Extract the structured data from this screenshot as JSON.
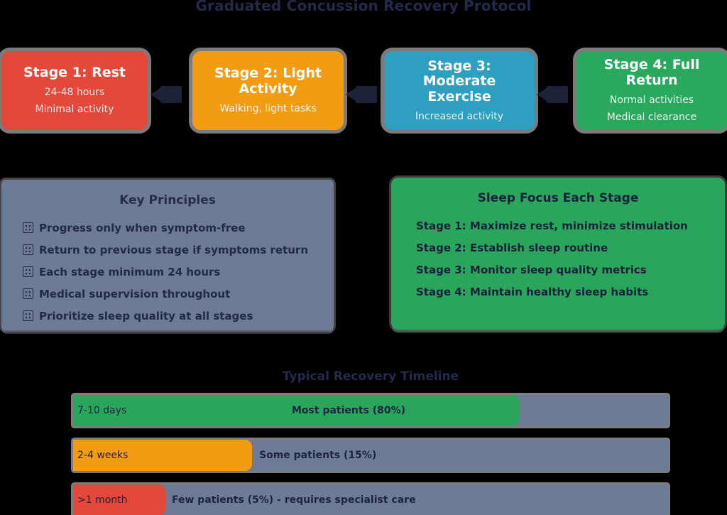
{
  "header": {
    "title": "Graduated Concussion Recovery Protocol"
  },
  "stages": {
    "cards": [
      {
        "title": "Stage 1: Rest",
        "detail1": "24-48 hours",
        "detail2": "Minimal activity",
        "color": "#e2493b"
      },
      {
        "title": "Stage 2: Light Activity",
        "detail1": "Walking, light tasks",
        "color": "#f39c12"
      },
      {
        "title": "Stage 3: Moderate Exercise",
        "detail1": "Increased activity",
        "color": "#2d9fc0"
      },
      {
        "title": "Stage 4: Full Return",
        "detail1": "Normal activities",
        "detail2": "Medical clearance",
        "color": "#2aa85e"
      }
    ],
    "arrow_icon": "left-arrow-icon",
    "arrow_color": "#1c2238"
  },
  "key_principles": {
    "title": "Key Principles",
    "bullet_icon": "missing-glyph-box-icon",
    "items": [
      "Progress only when symptom-free",
      "Return to previous stage if symptoms return",
      "Each stage minimum 24 hours",
      "Medical supervision throughout",
      "Prioritize sleep quality at all stages"
    ]
  },
  "sleep_focus": {
    "title": "Sleep Focus Each Stage",
    "items": [
      "Stage 1: Maximize rest, minimize stimulation",
      "Stage 2: Establish sleep routine",
      "Stage 3: Monitor sleep quality metrics",
      "Stage 4: Maintain healthy sleep habits"
    ]
  },
  "timeline": {
    "title": "Typical Recovery Timeline",
    "rows": [
      {
        "duration": "7-10 days",
        "label": "Most patients (80%)",
        "percent": 80,
        "bar_color": "#2aa65c"
      },
      {
        "duration": "2-4 weeks",
        "label": "Some patients (15%)",
        "percent": 15,
        "bar_color": "#f39c12"
      },
      {
        "duration": ">1 month",
        "label": "Few patients (5%) - requires specialist care",
        "percent": 5,
        "bar_color": "#e2493b"
      }
    ],
    "track_color": "#6e7b96"
  },
  "colors": {
    "background": "#000000",
    "title_text": "#23294a",
    "panel_slate": "#6e7b96",
    "panel_green": "#2aa65c",
    "dark_text": "#1d2340",
    "shadow_gray": "#7b7b7b"
  }
}
